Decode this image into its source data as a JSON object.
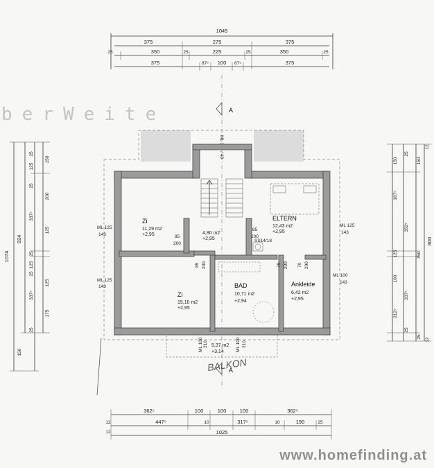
{
  "banner_text": "berWeite",
  "watermark": "www.homefinding.at",
  "section_marker": "A",
  "handwritten_note": "BALKON",
  "ridge_note": "ML 100 / 43",
  "top_dims": {
    "total": "1049",
    "row1": [
      "375",
      "275",
      "375"
    ],
    "row2": [
      "25",
      "350",
      "25",
      "225",
      "25",
      "350",
      "25"
    ],
    "row3": [
      "375",
      "87⁵",
      "100",
      "87⁵",
      "375"
    ]
  },
  "bottom_dims": {
    "total": "1025",
    "row1": [
      "362⁵",
      "100",
      "100",
      "100",
      "362⁵"
    ],
    "row2": [
      "12",
      "447⁵",
      "10",
      "317⁵",
      "10",
      "190",
      "25",
      "12"
    ]
  },
  "left_dims": {
    "outer1": "1074",
    "outer2": "924",
    "col_a": [
      "25",
      "125",
      "25",
      "337⁵",
      "25",
      "125",
      "25",
      "337⁵",
      "25",
      "150"
    ],
    "col_b": [
      "150",
      "200",
      "125",
      "125",
      "175"
    ]
  },
  "right_dims": {
    "outer": "900",
    "col_a": [
      "12",
      "150",
      "187⁵",
      "352⁵",
      "125",
      "100",
      "337⁵",
      "212⁵",
      "12"
    ],
    "col_b": [
      "25",
      "150",
      "750",
      "25",
      "25"
    ]
  },
  "rooms": [
    {
      "name": "Zi",
      "area": "11,29 m2",
      "height": "+2,95"
    },
    {
      "name": "",
      "area": "4,80 m2",
      "height": "+2,95"
    },
    {
      "name": "ELTERN",
      "area": "12,43 m2",
      "height": "+2,95"
    },
    {
      "name": "Zi",
      "area": "15,10 m2",
      "height": "+2,95"
    },
    {
      "name": "BAD",
      "area": "10,71 m2",
      "height": "+2,94"
    },
    {
      "name": "Ankleide",
      "area": "6,42 m2",
      "height": "+2,95"
    },
    {
      "name": "",
      "area": "5,37 m2",
      "height": "+3,14"
    }
  ],
  "window_labels": [
    {
      "ml": "ML 125",
      "h": "143"
    },
    {
      "ml": "ML 125",
      "h": "143"
    },
    {
      "ml": "ML 125",
      "h": "143"
    },
    {
      "ml": "ML 100",
      "h": "143"
    }
  ],
  "door_labels": [
    "85",
    "200",
    "85",
    "200",
    "85",
    "200",
    "70",
    "200",
    "70",
    "200"
  ],
  "stair_note": "SS14/18",
  "balcony_doors": [
    "ML 100",
    "210",
    "ML 100",
    "210"
  ]
}
